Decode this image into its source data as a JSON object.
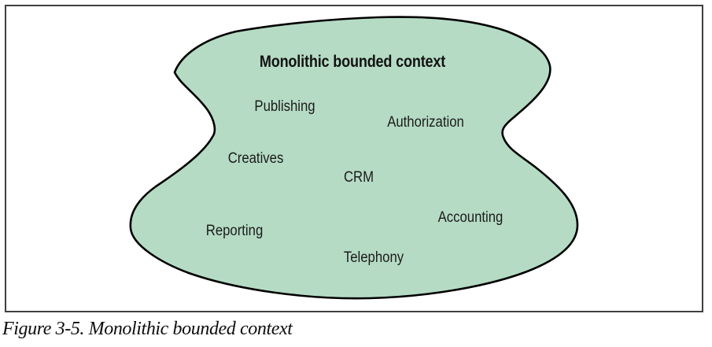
{
  "figure": {
    "caption": "Figure 3-5. Monolithic bounded context",
    "blob": {
      "title": "Monolithic bounded context",
      "modules": [
        "Publishing",
        "Authorization",
        "Creatives",
        "CRM",
        "Accounting",
        "Reporting",
        "Telephony"
      ]
    },
    "colors": {
      "blob_fill": "#b5dbc4",
      "blob_stroke": "#000000",
      "frame_border": "#3f3f3f",
      "label_text": "#1b1b1b"
    }
  }
}
